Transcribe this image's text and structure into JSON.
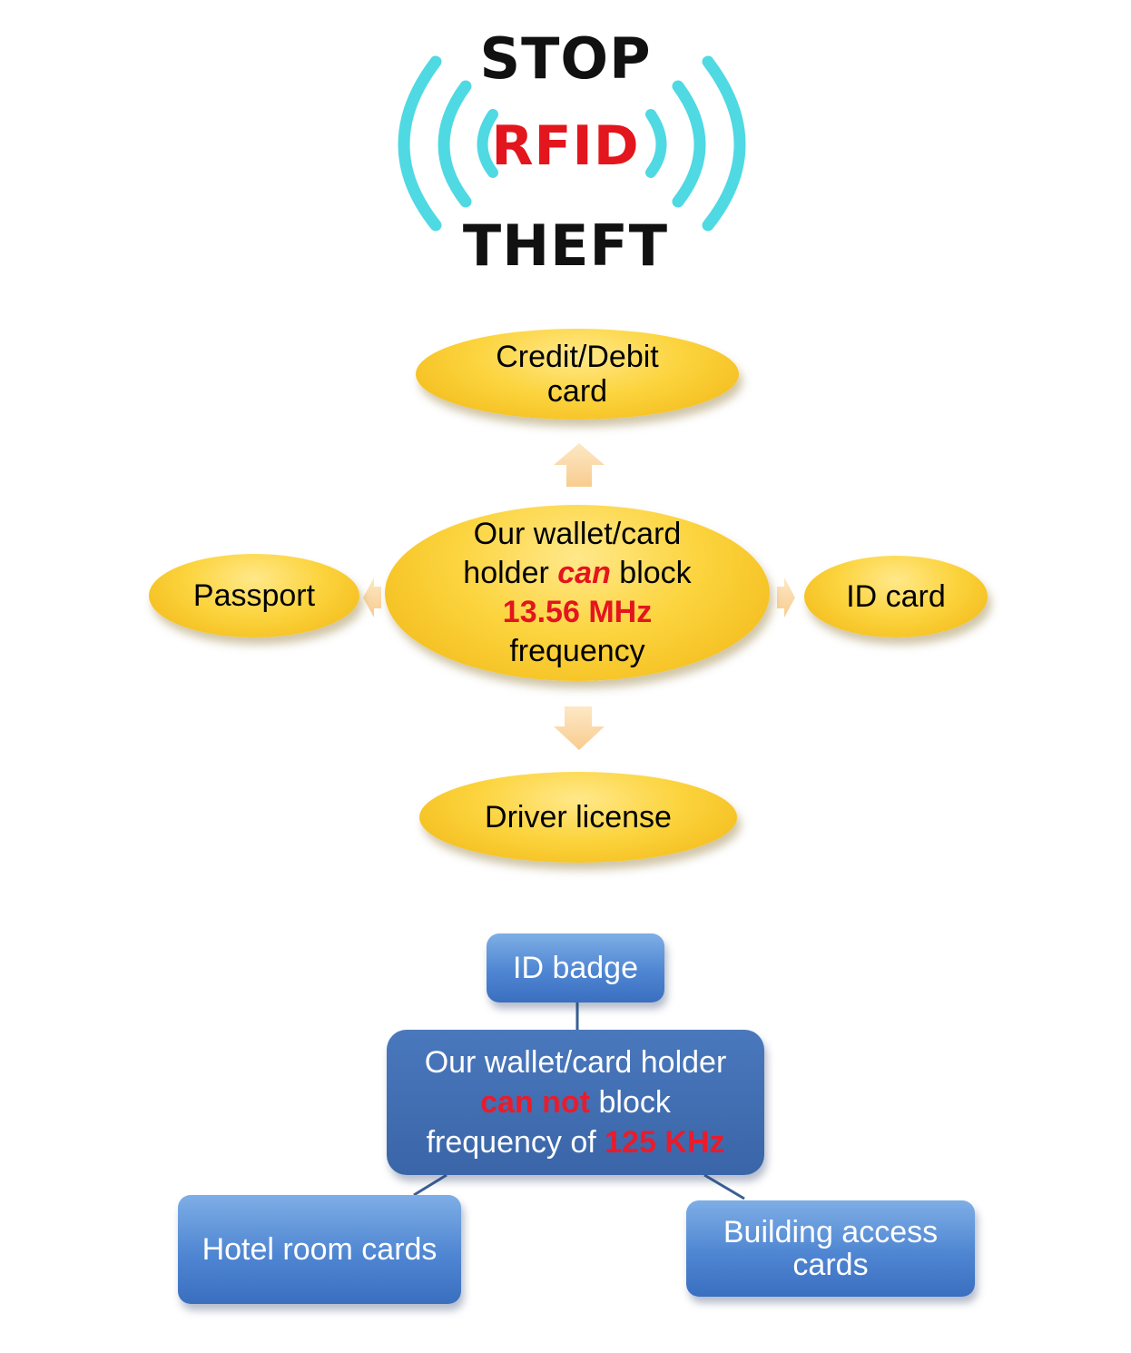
{
  "logo": {
    "line1": "STOP",
    "line2": "RFID",
    "line3": "THEFT",
    "colors": {
      "text": "#111111",
      "accent": "#e3151d",
      "waves": "#4fd9e3"
    }
  },
  "block_section": {
    "center": {
      "line1": "Our wallet/card",
      "line2_pre": "holder ",
      "line2_emph": "can",
      "line2_post": " block",
      "line3": "13.56 MHz",
      "line4": "frequency"
    },
    "top": {
      "line1": "Credit/Debit",
      "line2": "card"
    },
    "left": "Passport",
    "right": "ID card",
    "bottom": "Driver license",
    "colors": {
      "ellipse": "#fcd43e",
      "arrow": "#fbd9a8"
    }
  },
  "noblock_section": {
    "top": "ID badge",
    "center": {
      "line1": "Our wallet/card holder",
      "line2_emph": "can not",
      "line2_post": " block",
      "line3_pre": "frequency of ",
      "line3_emph": "125 KHz"
    },
    "left": "Hotel room cards",
    "right": {
      "line1": "Building access",
      "line2": "cards"
    },
    "colors": {
      "box": "#4f86d2",
      "center_box": "#3e69ad",
      "emphasis": "#e81c2c"
    }
  }
}
